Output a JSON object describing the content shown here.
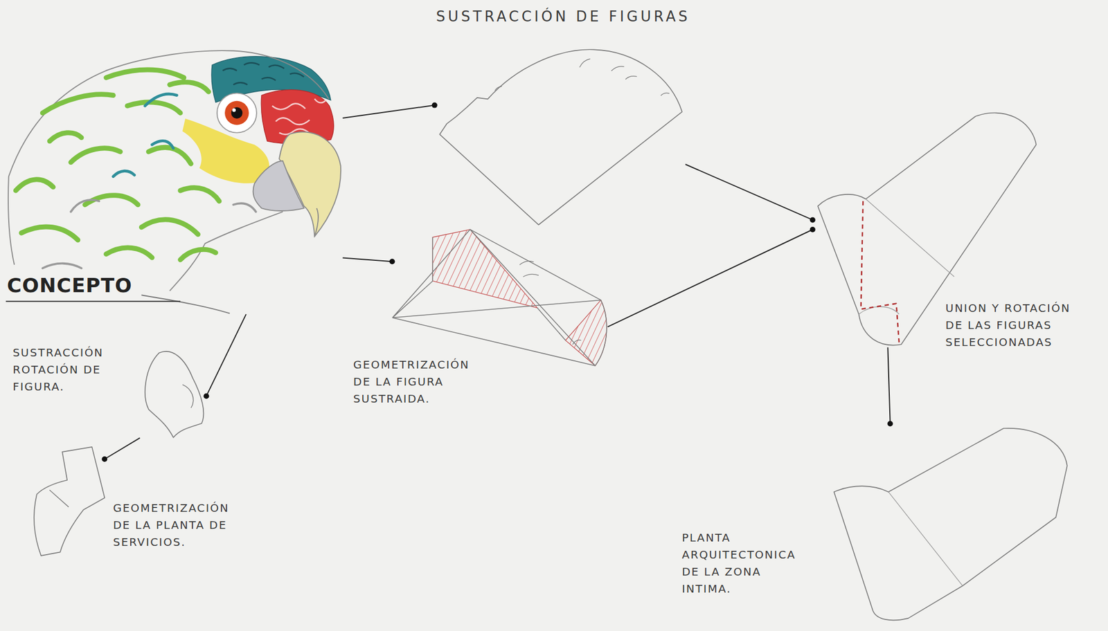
{
  "diagram": {
    "title": "SUSTRACCIÓN DE FIGURAS",
    "nodes": [
      {
        "text": [
          "CONCEPTO"
        ]
      },
      {
        "text": []
      },
      {
        "text": [
          "GEOMETRIZACIÓN DE LA FIGURA SUSTRAIDA."
        ]
      },
      {
        "text": [
          "SUSTRACCIÓN ROTACIÓN DE FIGURA."
        ]
      },
      {
        "text": [
          "GEOMETRIZACIÓN DE LA PLANTA DE SERVICIOS."
        ]
      },
      {
        "text": [
          "UNION Y ROTACIÓN DE LAS FIGURAS SELECCIONADAS"
        ]
      },
      {
        "text": [
          "PLANTA ARQUITECTONICA DE LA ZONA INTIMA."
        ]
      }
    ],
    "edges": [
      {
        "from": 0,
        "to": 1,
        "arrow": "none"
      },
      {
        "from": 0,
        "to": 2,
        "arrow": "none"
      },
      {
        "from": 0,
        "to": 3,
        "arrow": "none"
      },
      {
        "from": 3,
        "to": 4,
        "arrow": "none"
      },
      {
        "from": 1,
        "to": 5,
        "arrow": "none"
      },
      {
        "from": 2,
        "to": 5,
        "arrow": "none"
      },
      {
        "from": 5,
        "to": 6,
        "arrow": "none"
      }
    ]
  }
}
